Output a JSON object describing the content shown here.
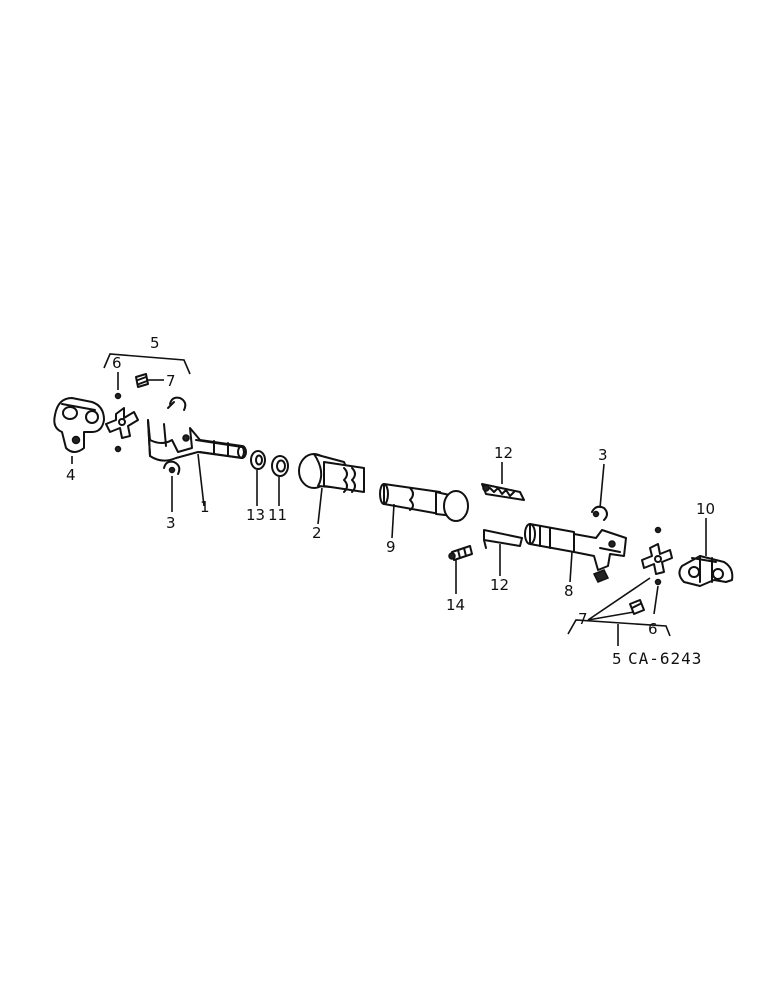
{
  "drawing_code": "CA-6243",
  "callouts": {
    "c1": "1",
    "c2": "2",
    "c3a": "3",
    "c3b": "3",
    "c4": "4",
    "c5a": "5",
    "c5b": "5",
    "c6a": "6",
    "c6b": "6",
    "c7a": "7",
    "c7b": "7",
    "c8": "8",
    "c9": "9",
    "c10": "10",
    "c11": "11",
    "c12a": "12",
    "c12b": "12",
    "c13": "13",
    "c14": "14"
  }
}
